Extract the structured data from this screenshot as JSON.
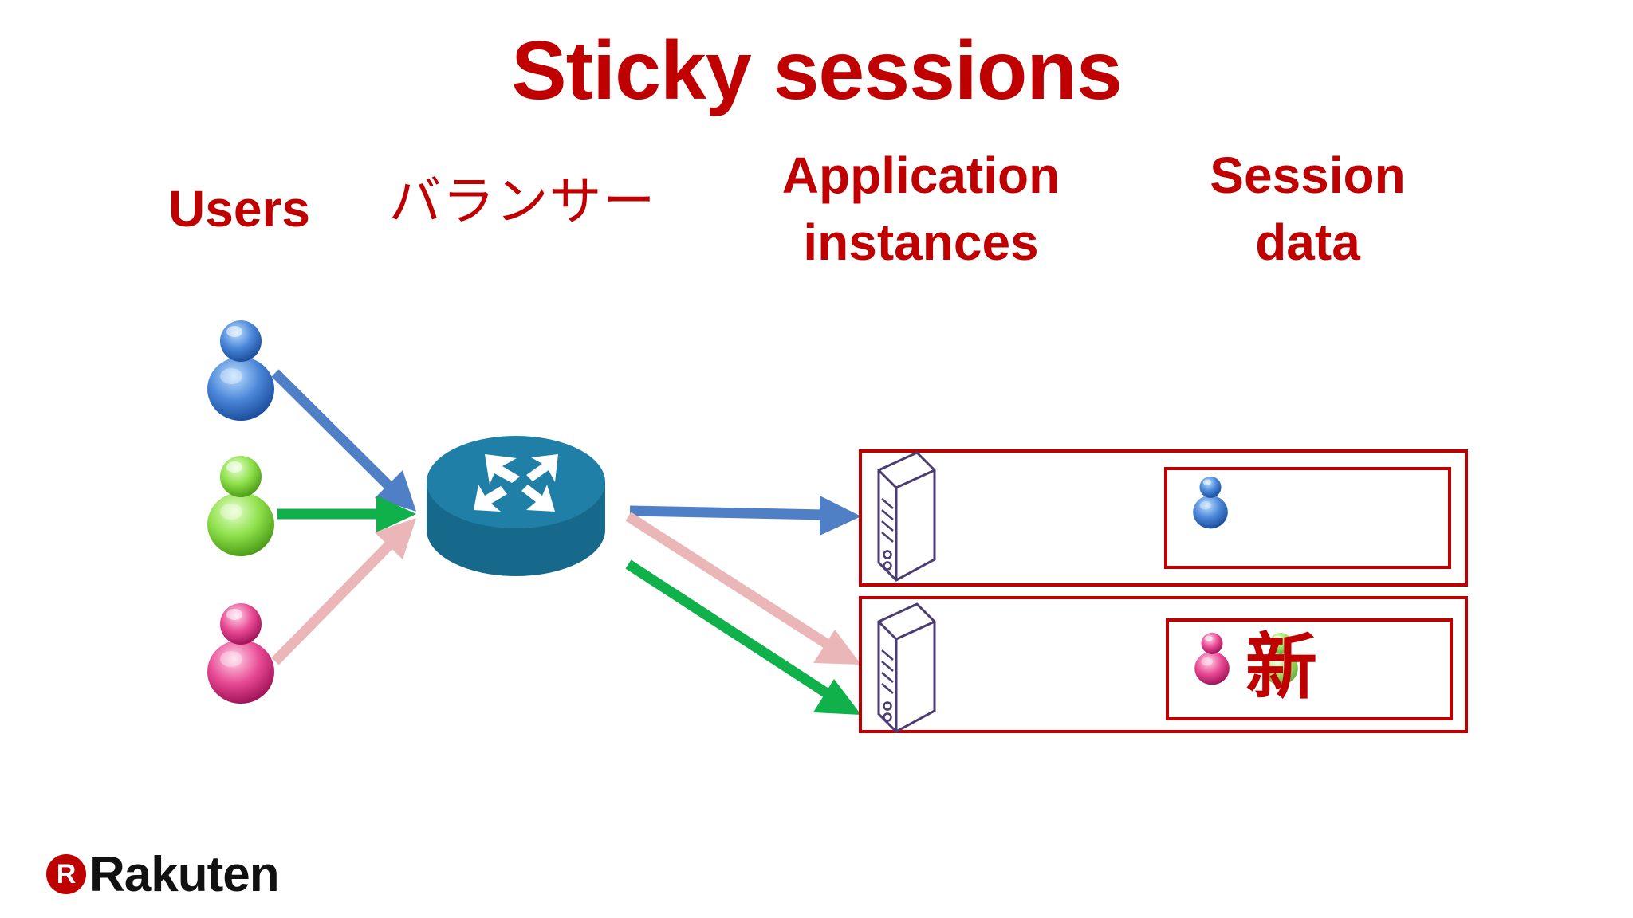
{
  "slide": {
    "title": "Sticky sessions",
    "columns": {
      "users": "Users",
      "balancer": "バランサー",
      "app_line1": "Application",
      "app_line2": "instances",
      "session_line1": "Session",
      "session_line2": "data"
    },
    "session_new_marker": "新",
    "brand": {
      "mark": "R",
      "name": "Rakuten"
    },
    "colors": {
      "title": "#c00000",
      "blue_user": "#4a86d8",
      "green_user": "#8ee04a",
      "pink_user": "#e84a94",
      "router": "#1f7fa6",
      "box_border": "#c00000",
      "arrow_blue": "#4f7fc4",
      "arrow_green": "#10b04a",
      "arrow_pink": "#eab6b8"
    }
  }
}
